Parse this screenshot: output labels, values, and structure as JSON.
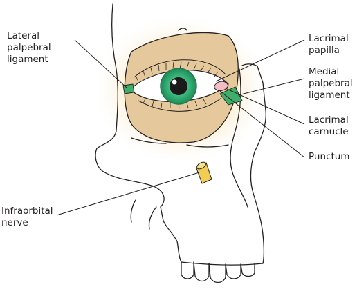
{
  "colors": {
    "outline": "#231f20",
    "glow": "#fbe6b9",
    "orbit_fill": "#e7caa0",
    "iris": "#33b07a",
    "iris_ring": "#1f7a50",
    "ligament": "#3fae6a",
    "carnucle": "#f4bcc4",
    "nerve": "#f2cd52",
    "leader": "#231f20"
  },
  "labels": {
    "lateral_palpebral_ligament": [
      "Lateral",
      "palpebral",
      "ligament"
    ],
    "lacrimal_papilla": [
      "Lacrimal",
      "papilla"
    ],
    "medial_palpebral_ligament": [
      "Medial",
      "palpebral",
      "ligament"
    ],
    "lacrimal_carnucle": [
      "Lacrimal",
      "carnucle"
    ],
    "punctum": [
      "Punctum"
    ],
    "infraorbital_nerve": [
      "Infraorbital",
      "nerve"
    ]
  }
}
